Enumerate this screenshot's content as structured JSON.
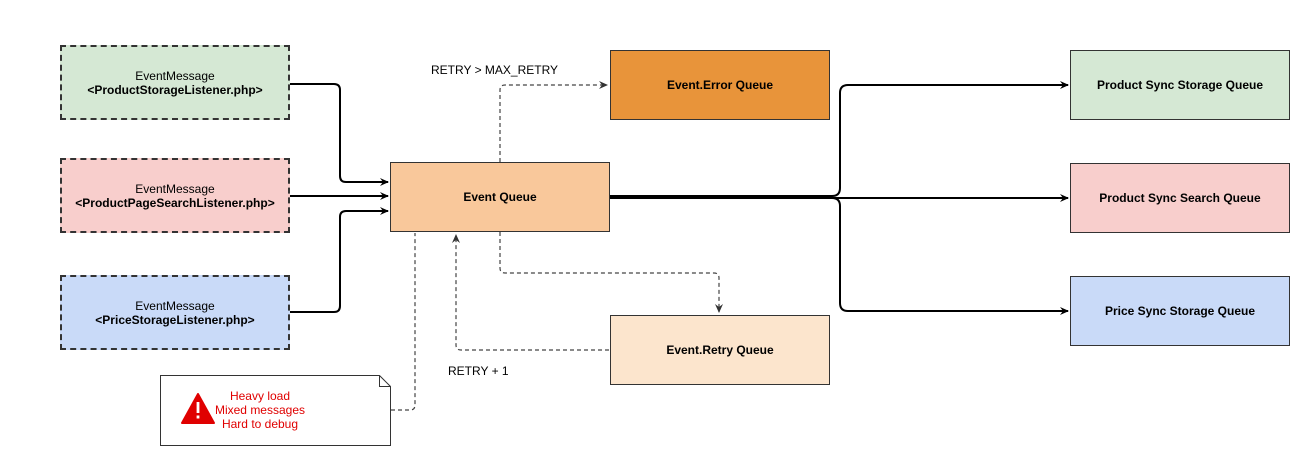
{
  "producers": [
    {
      "name": "EventMessage",
      "listener": "<ProductStorageListener.php>",
      "color": "#d5e8d4"
    },
    {
      "name": "EventMessage",
      "listener": "<ProductPageSearchListener.php>",
      "color": "#f8cecc"
    },
    {
      "name": "EventMessage",
      "listener": "<PriceStorageListener.php>",
      "color": "#c9daf8"
    }
  ],
  "queues": {
    "event": {
      "label": "Event Queue",
      "color": "#f9c89b"
    },
    "error": {
      "label": "Event.Error Queue",
      "color": "#e8943a"
    },
    "retry": {
      "label": "Event.Retry Queue",
      "color": "#fce5cd"
    }
  },
  "consumers": [
    {
      "label": "Product Sync Storage Queue",
      "color": "#d5e8d4"
    },
    {
      "label": "Product Sync Search Queue",
      "color": "#f8cecc"
    },
    {
      "label": "Price Sync Storage Queue",
      "color": "#c9daf8"
    }
  ],
  "edge_labels": {
    "max_retry": "RETRY > MAX_RETRY",
    "retry_plus": "RETRY + 1"
  },
  "note": {
    "lines": [
      "Heavy load",
      "Mixed messages",
      "Hard to debug"
    ],
    "icon": "warning-icon",
    "color": "#e00000"
  }
}
